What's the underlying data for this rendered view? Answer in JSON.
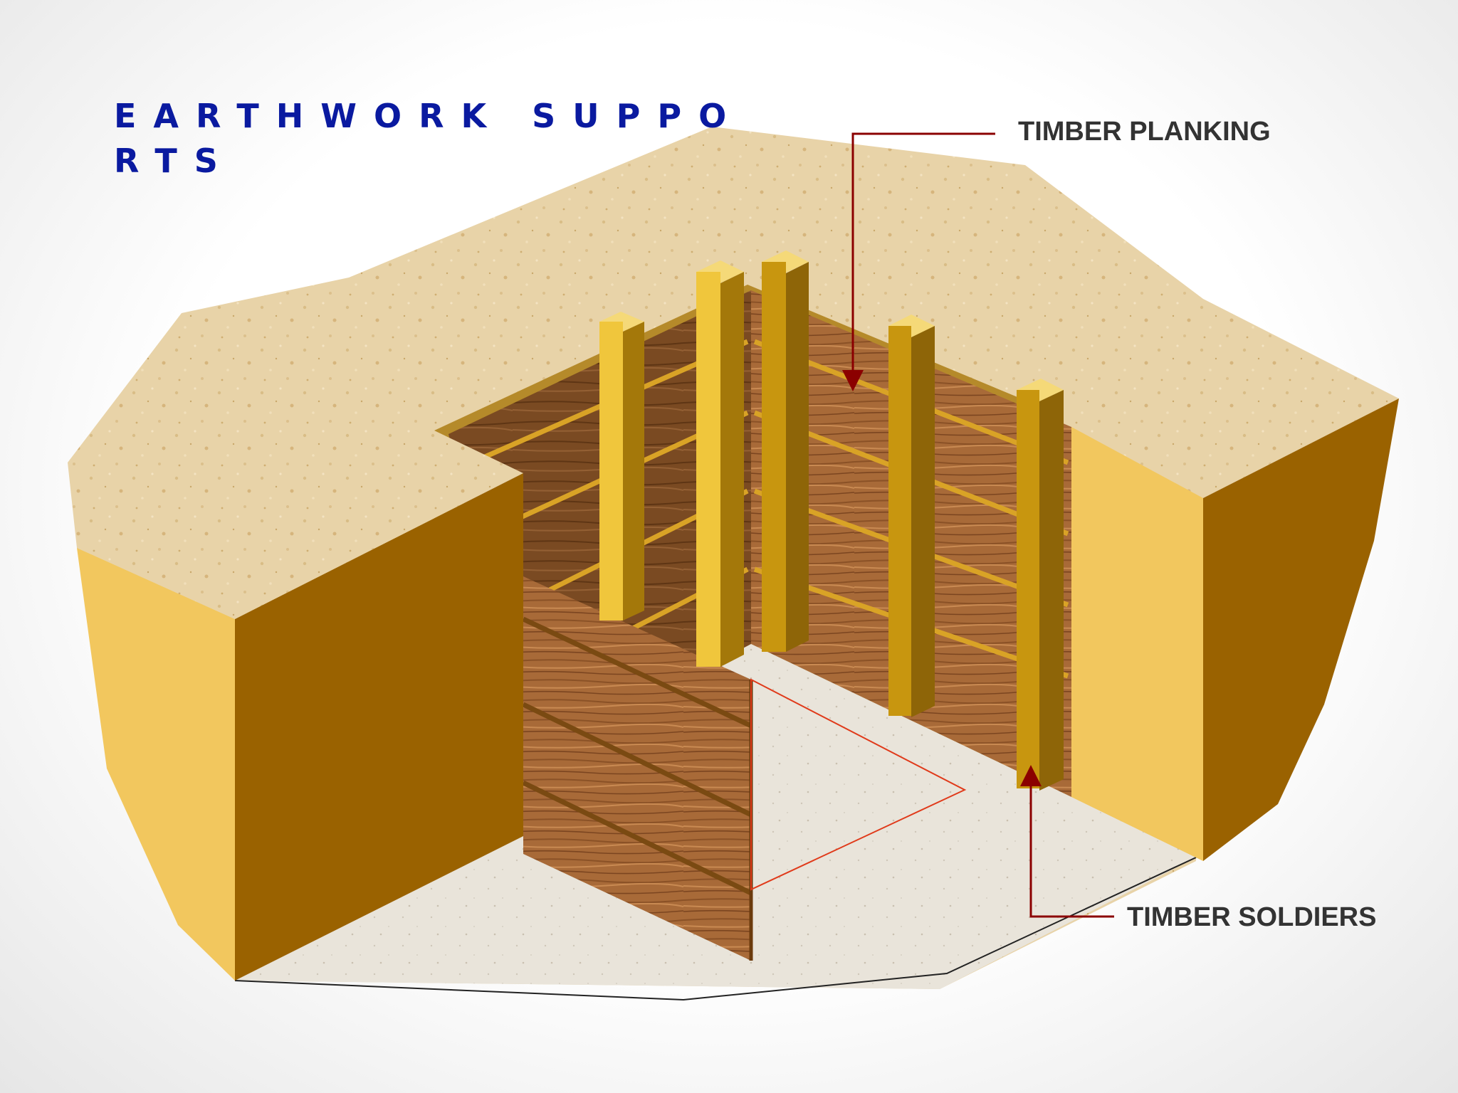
{
  "title": {
    "line1": "EARTHWORK SUPPO",
    "line2": "RTS"
  },
  "labels": {
    "timber_planking": "TIMBER PLANKING",
    "timber_soldiers": "TIMBER SOLDIERS"
  },
  "colors": {
    "title": "#0a1aa0",
    "label_text": "#333333",
    "callout_line": "#8b0000",
    "soil_surface": "#e8d3a8",
    "soil_light_face": "#f2c75e",
    "soil_dark_face": "#9a6200",
    "timber_soldier": "#c8960f",
    "timber_plank": "#a86a38",
    "pit_floor": "#e9e4da"
  }
}
